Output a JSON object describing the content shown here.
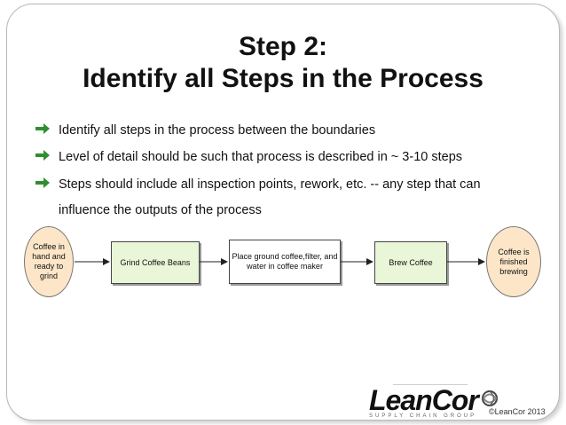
{
  "title_line1": "Step 2:",
  "title_line2": "Identify all Steps in the Process",
  "bullets": [
    "Identify all steps in the process between the boundaries",
    "Level of detail should be such that process is described in ~ 3-10 steps",
    "Steps should include all inspection points, rework, etc. -- any step that can"
  ],
  "bullet3_cont": "influence the outputs of the process",
  "bullet_icon": "right-arrow-icon",
  "bullet_color": "#2f8f2f",
  "flow": {
    "start": "Coffee in hand and ready to grind",
    "step1": "Grind Coffee Beans",
    "step2": "Place ground coffee,filter, and water in coffee maker",
    "step3": "Brew Coffee",
    "end": "Coffee is finished brewing"
  },
  "logo": "LeanCor",
  "logo_sub": "SUPPLY CHAIN GROUP",
  "copyright": "©LeanCor 2013"
}
